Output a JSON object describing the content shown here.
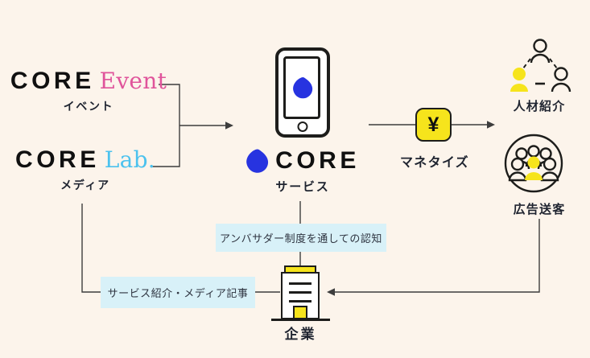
{
  "colors": {
    "background": "#FCF4EB",
    "brand_blue": "#2733E0",
    "accent_yellow": "#F6E41C",
    "event_pink": "#E0549B",
    "lab_blue": "#4CC2EE",
    "note_blue": "#D8F1F8",
    "text_dark": "#1F2430",
    "line": "#3D3D3D"
  },
  "nodes": {
    "core_event": {
      "brand": "CORE",
      "suffix": "Event",
      "caption": "イベント"
    },
    "core_lab": {
      "brand": "CORE",
      "suffix": "Lab.",
      "caption": "メディア"
    },
    "core_service": {
      "brand": "CORE",
      "caption": "サービス"
    },
    "monetize": {
      "symbol": "¥",
      "caption": "マネタイズ"
    },
    "recruitment": {
      "caption": "人材紹介"
    },
    "ad_referral": {
      "caption": "広告送客"
    },
    "company": {
      "caption": "企業"
    }
  },
  "notes": {
    "ambassador": "アンバサダー制度を通しての認知",
    "media_article": "サービス紹介・メディア記事"
  },
  "icons": {
    "smartphone-icon": "phone outline with blue blob on screen",
    "core-blob-icon": "blue blob mark",
    "yen-icon": "¥",
    "recruitment-icon": "three people in triangle, one yellow",
    "audience-icon": "crowd of people in circle, center yellow",
    "company-icon": "office building with yellow roof and door"
  }
}
